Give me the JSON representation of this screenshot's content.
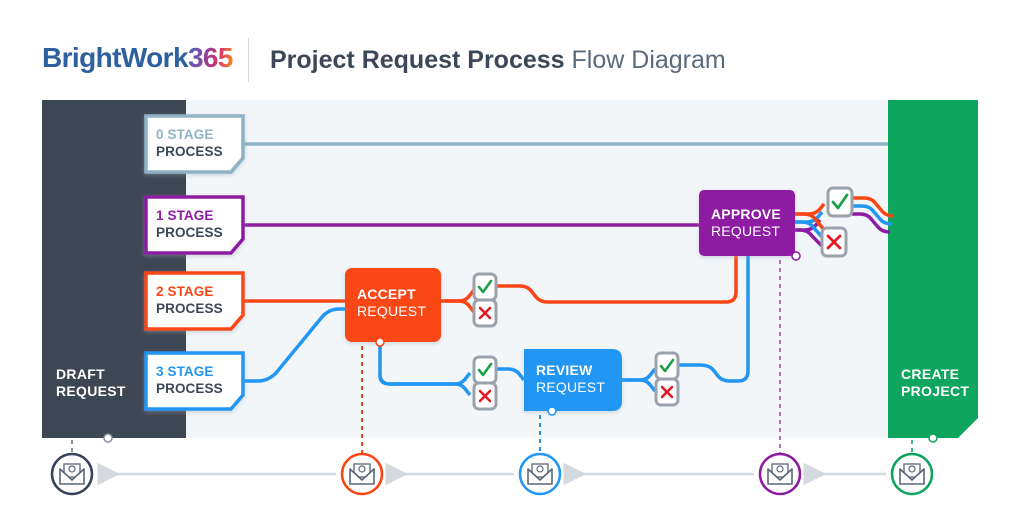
{
  "header": {
    "logo": {
      "word1": "BrightWork",
      "word2": "365"
    },
    "title_bold": "Project Request Process",
    "title_light": "Flow Diagram"
  },
  "colors": {
    "dark_panel": "#3d4653",
    "canvas": "#f2f6f9",
    "green": "#0ea55e",
    "stage0": "#8fb3c4",
    "stage1": "#8e1ca3",
    "stage2": "#fa4616",
    "stage3": "#2196f3",
    "approve": "#8e1ca3",
    "accept": "#fa4616",
    "review": "#2196f3",
    "check": "#18a04a",
    "cross": "#e01b24",
    "gate_border": "#9aa2ab",
    "arrow_gray": "#d3d9de",
    "navy": "#36415a"
  },
  "panels": {
    "left": {
      "line1": "DRAFT",
      "line2": "REQUEST"
    },
    "right": {
      "line1": "CREATE",
      "line2": "PROJECT"
    }
  },
  "stage_boxes": [
    {
      "name": "stage-0",
      "line1": "0 STAGE",
      "line2": "PROCESS",
      "color": "#8fb3c4"
    },
    {
      "name": "stage-1",
      "line1": "1 STAGE",
      "line2": "PROCESS",
      "color": "#8e1ca3"
    },
    {
      "name": "stage-2",
      "line1": "2 STAGE",
      "line2": "PROCESS",
      "color": "#fa4616"
    },
    {
      "name": "stage-3",
      "line1": "3 STAGE",
      "line2": "PROCESS",
      "color": "#2196f3"
    }
  ],
  "nodes": [
    {
      "name": "approve-request",
      "line1": "APPROVE",
      "line2": "REQUEST",
      "color": "#8e1ca3"
    },
    {
      "name": "accept-request",
      "line1": "ACCEPT",
      "line2": "REQUEST",
      "color": "#fa4616"
    },
    {
      "name": "review-request",
      "line1": "REVIEW",
      "line2": "REQUEST",
      "color": "#2196f3"
    }
  ],
  "gates": [
    {
      "name": "accept-approve-gate",
      "symbol": "check"
    },
    {
      "name": "accept-reject-gate",
      "symbol": "cross"
    },
    {
      "name": "review-in-approve-gate",
      "symbol": "check"
    },
    {
      "name": "review-in-reject-gate",
      "symbol": "cross"
    },
    {
      "name": "review-out-approve-gate",
      "symbol": "check"
    },
    {
      "name": "review-out-reject-gate",
      "symbol": "cross"
    },
    {
      "name": "approve-approve-gate",
      "symbol": "check"
    },
    {
      "name": "approve-reject-gate",
      "symbol": "cross"
    }
  ],
  "notifications": [
    {
      "name": "email-draft",
      "ring": "#36415a",
      "dash": "#8892a0"
    },
    {
      "name": "email-accept",
      "ring": "#fa4616",
      "dash": "#fa4616"
    },
    {
      "name": "email-review",
      "ring": "#2196f3",
      "dash": "#2196f3"
    },
    {
      "name": "email-approve",
      "ring": "#8e1ca3",
      "dash": "#b46bc4"
    },
    {
      "name": "email-create",
      "ring": "#0ea55e",
      "dash": "#3ab87f"
    }
  ],
  "icons": {
    "email": "email-envelope-at-icon",
    "check": "check-icon",
    "cross": "cross-icon",
    "arrow": "arrow-left-icon"
  }
}
